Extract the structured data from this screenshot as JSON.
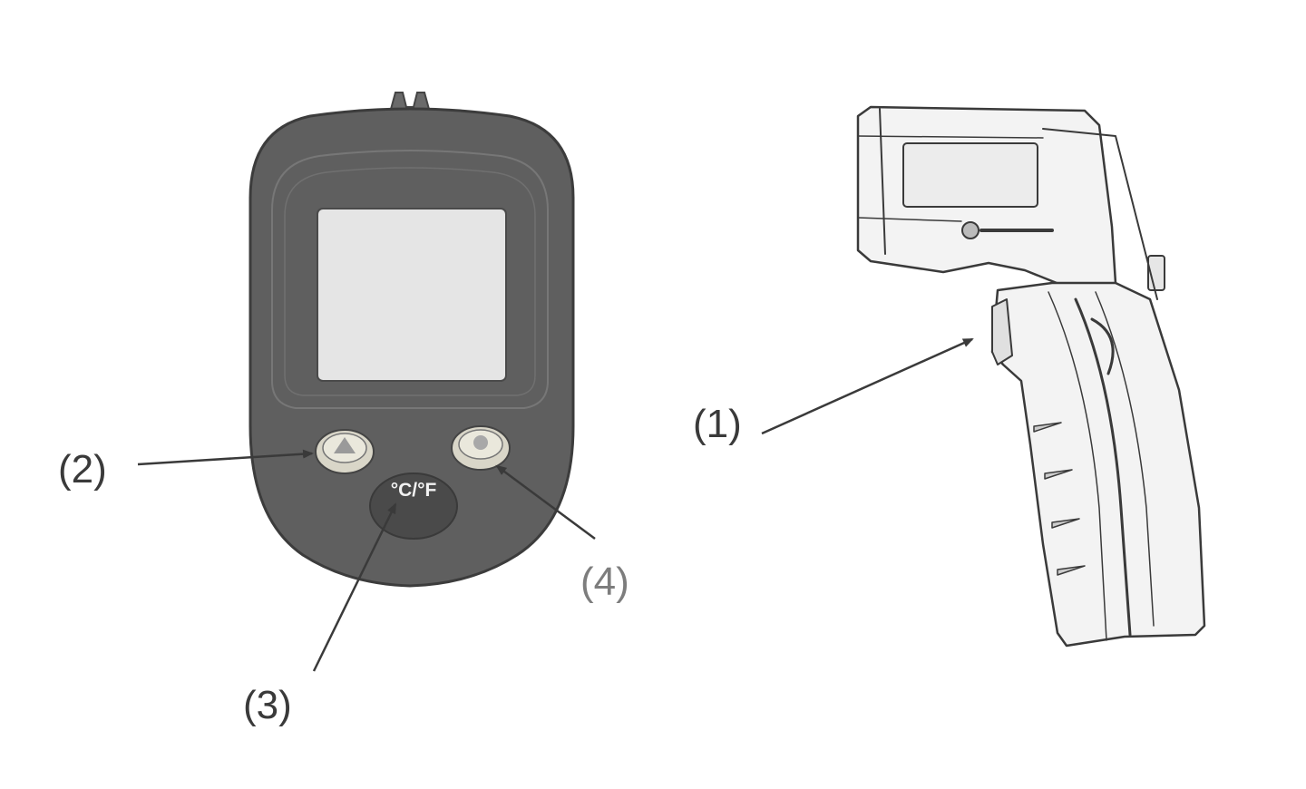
{
  "callouts": {
    "c1": "(1)",
    "c2": "(2)",
    "c3": "(3)",
    "c4": "(4)"
  },
  "button_label": "°C/°F",
  "colors": {
    "device_body": "#5f5f5f",
    "device_bezel": "#6a6a6a",
    "screen": "#e5e5e5",
    "line": "#3a3a3a",
    "gun_fill": "#f3f3f3"
  }
}
